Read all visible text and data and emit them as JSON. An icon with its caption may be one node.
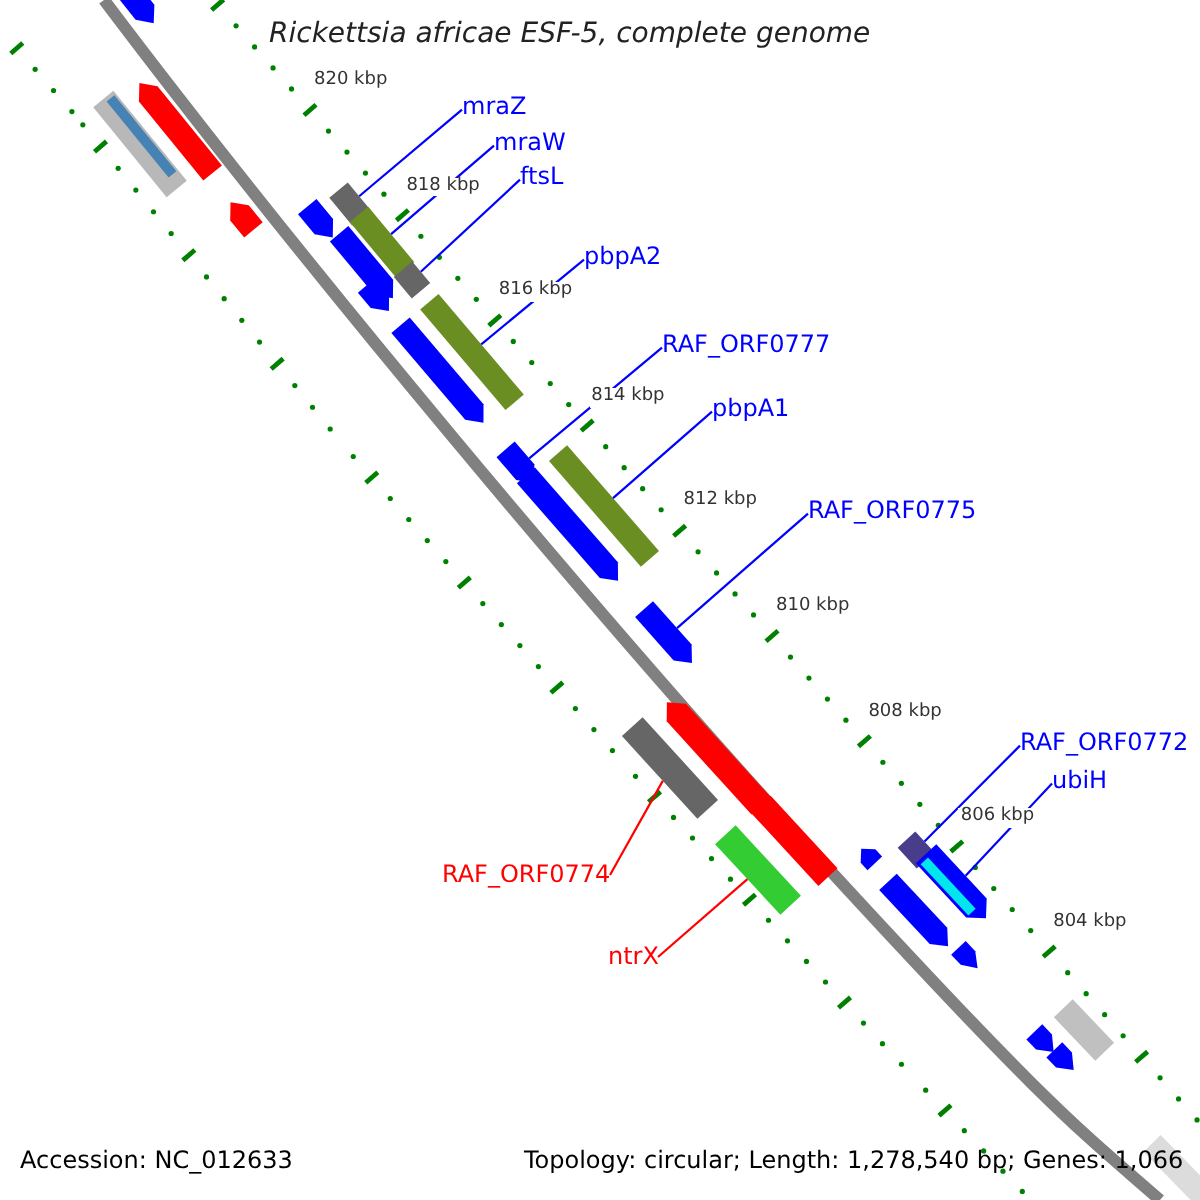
{
  "diagram": {
    "title": "Rickettsia africae ESF-5, complete genome",
    "nodes": [
      {
        "text": [
          "mraZ"
        ]
      },
      {
        "text": [
          "mraW"
        ]
      },
      {
        "text": [
          "ftsL"
        ]
      },
      {
        "text": [
          "pbpA2"
        ]
      },
      {
        "text": [
          "RAF_ORF0777"
        ]
      },
      {
        "text": [
          "pbpA1"
        ]
      },
      {
        "text": [
          "RAF_ORF0775"
        ]
      },
      {
        "text": [
          "RAF_ORF0772"
        ]
      },
      {
        "text": [
          "ubiH"
        ]
      },
      {
        "text": [
          "RAF_ORF0774"
        ]
      },
      {
        "text": [
          "ntrX"
        ]
      },
      {
        "text": [],
        "shape": "bar"
      },
      {
        "text": [],
        "shape": "bar"
      },
      {
        "text": [],
        "shape": "bar"
      },
      {
        "text": [],
        "shape": "bar"
      },
      {
        "text": [],
        "shape": "bar"
      },
      {
        "text": [],
        "shape": "bar"
      },
      {
        "text": [],
        "shape": "bar"
      },
      {
        "text": [],
        "shape": "bar"
      },
      {
        "text": [],
        "shape": "bar"
      },
      {
        "text": [],
        "shape": "bar"
      },
      {
        "text": [],
        "shape": "bar"
      },
      {
        "text": [],
        "shape": "bar"
      },
      {
        "text": [],
        "shape": "bar"
      },
      {
        "text": [],
        "shape": "bar"
      },
      {
        "text": [],
        "shape": "bar"
      },
      {
        "text": [],
        "shape": "bar"
      },
      {
        "text": [],
        "shape": "bar"
      },
      {
        "text": [],
        "shape": "bar"
      },
      {
        "text": [],
        "shape": "bar"
      },
      {
        "text": [],
        "shape": "bar"
      },
      {
        "text": [],
        "shape": "bar"
      },
      {
        "text": [],
        "shape": "bar"
      },
      {
        "text": [],
        "shape": "bar"
      },
      {
        "text": [],
        "shape": "bar"
      },
      {
        "text": [],
        "shape": "bar"
      },
      {
        "text": [],
        "shape": "bar"
      },
      {
        "text": [],
        "shape": "bar"
      },
      {
        "text": [],
        "shape": "bar"
      },
      {
        "text": [],
        "shape": "bar"
      }
    ],
    "edges": [
      {
        "from": 0,
        "to": 14,
        "arrow": "none"
      },
      {
        "from": 1,
        "to": 17,
        "arrow": "none"
      },
      {
        "from": 2,
        "to": 19,
        "arrow": "none"
      },
      {
        "from": 3,
        "to": 21,
        "arrow": "none"
      },
      {
        "from": 4,
        "to": 23,
        "arrow": "none"
      },
      {
        "from": 5,
        "to": 24,
        "arrow": "none"
      },
      {
        "from": 6,
        "to": 26,
        "arrow": "none"
      },
      {
        "from": 7,
        "to": 30,
        "arrow": "none"
      },
      {
        "from": 8,
        "to": 33,
        "arrow": "none"
      },
      {
        "from": 9,
        "to": 28,
        "arrow": "none",
        "color": "#ff0000"
      },
      {
        "from": 10,
        "to": 31,
        "arrow": "none",
        "color": "#ff0000"
      }
    ],
    "labels": [
      "820 kbp",
      "818 kbp",
      "816 kbp",
      "814 kbp",
      "812 kbp",
      "810 kbp",
      "808 kbp",
      "806 kbp",
      "804 kbp",
      "Accession: NC_012633",
      "Topology: circular; Length: 1,278,540 bp; Genes: 1,066"
    ]
  }
}
